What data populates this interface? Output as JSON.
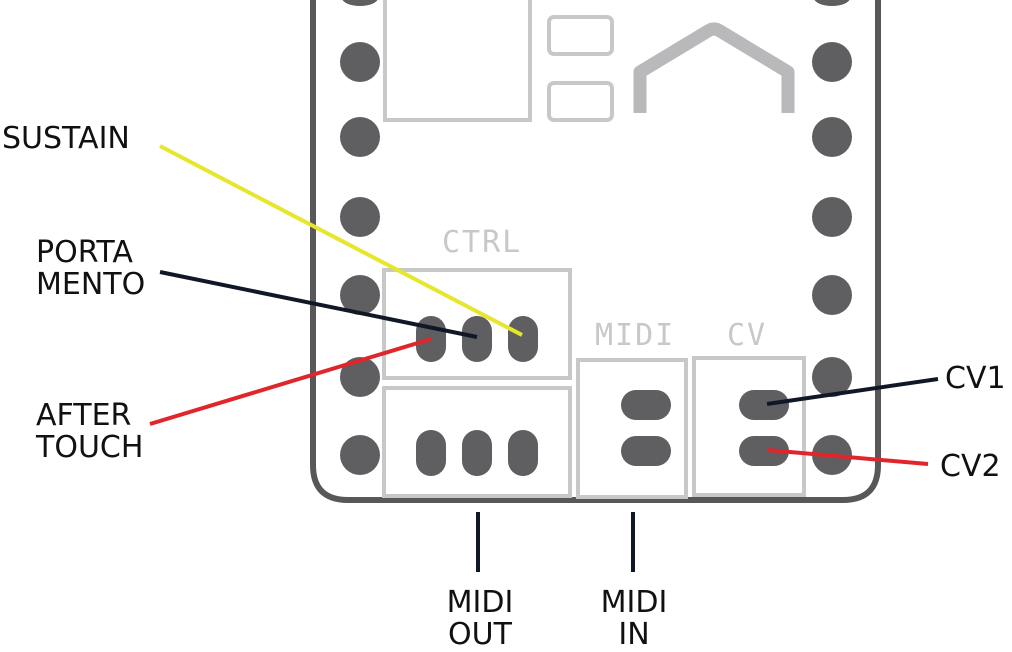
{
  "labels": {
    "sustain": "SUSTAIN",
    "portamento_1": "PORTA",
    "portamento_2": "MENTO",
    "aftertouch_1": "AFTER",
    "aftertouch_2": "TOUCH",
    "cv1": "CV1",
    "cv2": "CV2",
    "midi_out_1": "MIDI",
    "midi_out_2": "OUT",
    "midi_in_1": "MIDI",
    "midi_in_2": "IN"
  },
  "silkscreen": {
    "ctrl": "CTRL",
    "midi": "MIDI",
    "cv": "CV"
  },
  "colors": {
    "sustain_wire": "#e6e62a",
    "black_wire": "#101828",
    "red_wire": "#e0262b",
    "pad": "#5f5f62",
    "outline": "#c8c8c8",
    "board": "#58585b"
  }
}
